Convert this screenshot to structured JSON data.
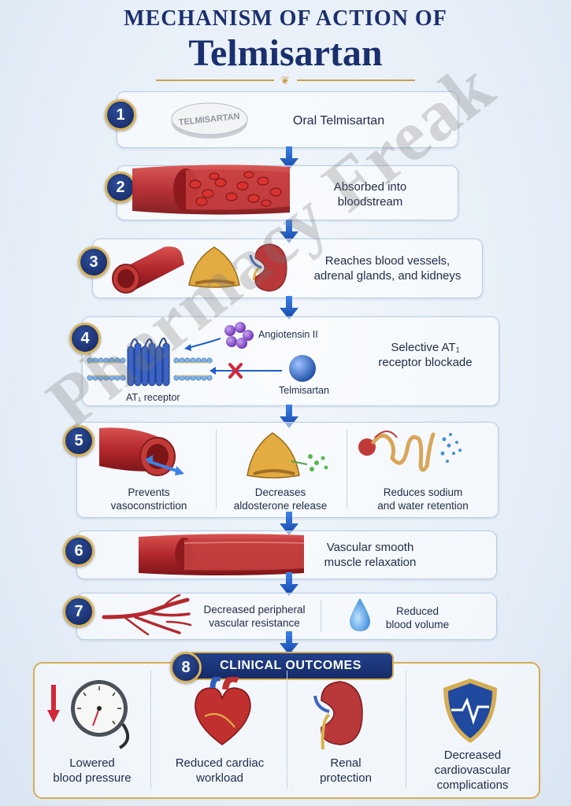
{
  "header": {
    "title_line1": "MECHANISM OF ACTION OF",
    "title_line2": "Telmisartan"
  },
  "watermark": "Pharmacy Freak",
  "steps": [
    {
      "number": "1",
      "text": "Oral Telmisartan",
      "pill_label": "TELMISARTAN"
    },
    {
      "number": "2",
      "text_lines": [
        "Absorbed into",
        "bloodstream"
      ]
    },
    {
      "number": "3",
      "text_lines": [
        "Reaches blood vessels,",
        "adrenal glands, and kidneys"
      ]
    },
    {
      "number": "4",
      "text_lines": [
        "Selective AT₁",
        "receptor blockade"
      ],
      "labels": {
        "angiotensin": "Angiotensin II",
        "telmisartan": "Telmisartan",
        "receptor": "AT₁ receptor"
      }
    },
    {
      "number": "5",
      "effects": [
        {
          "lines": [
            "Prevents",
            "vasoconstriction"
          ]
        },
        {
          "lines": [
            "Decreases",
            "aldosterone release"
          ]
        },
        {
          "lines": [
            "Reduces sodium",
            "and water retention"
          ]
        }
      ]
    },
    {
      "number": "6",
      "text_lines": [
        "Vascular smooth",
        "muscle relaxation"
      ]
    },
    {
      "number": "7",
      "effects": [
        {
          "lines": [
            "Decreased peripheral",
            "vascular resistance"
          ]
        },
        {
          "lines": [
            "Reduced",
            "blood volume"
          ]
        }
      ]
    }
  ],
  "outcomes": {
    "number": "8",
    "title": "CLINICAL OUTCOMES",
    "items": [
      {
        "lines": [
          "Lowered",
          "blood pressure"
        ],
        "icon": "blood-pressure-gauge-icon"
      },
      {
        "lines": [
          "Reduced cardiac",
          "workload"
        ],
        "icon": "heart-icon"
      },
      {
        "lines": [
          "Renal",
          "protection"
        ],
        "icon": "kidney-icon"
      },
      {
        "lines": [
          "Decreased",
          "cardiovascular",
          "complications"
        ],
        "icon": "shield-heartbeat-icon"
      }
    ]
  },
  "colors": {
    "navy": "#1a2f6e",
    "gold": "#c9a24a",
    "arrow_blue": "#1f5fc8",
    "vessel_red": "#b3282d",
    "block_red": "#d3283a"
  }
}
